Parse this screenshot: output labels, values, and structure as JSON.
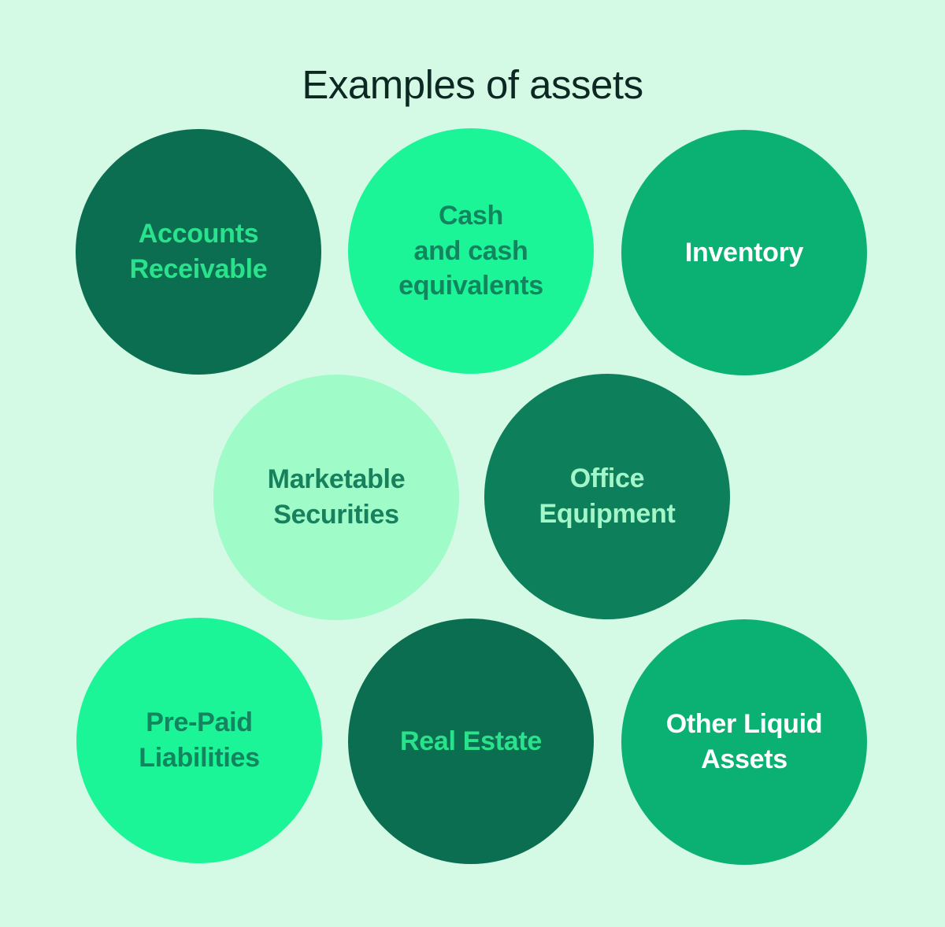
{
  "title": "Examples of assets",
  "colors": {
    "background": "#d4fae5",
    "title_text": "#0d2823",
    "dark_green": "#0c6e50",
    "medium_green": "#0bb173",
    "sea_green": "#0d7f5b",
    "bright_green": "#1bf598",
    "light_mint": "#9ffbc8"
  },
  "circles": [
    {
      "id": "accounts-receivable",
      "label": "Accounts\nReceivable",
      "fill": "#0c6e50",
      "text_color": "#2be28c"
    },
    {
      "id": "cash-and-cash-equivalents",
      "label": "Cash\nand cash\nequivalents",
      "fill": "#1bf598",
      "text_color": "#12855e"
    },
    {
      "id": "inventory",
      "label": "Inventory",
      "fill": "#0bb173",
      "text_color": "#ffffff"
    },
    {
      "id": "marketable-securities",
      "label": "Marketable\nSecurities",
      "fill": "#9ffbc8",
      "text_color": "#17805c"
    },
    {
      "id": "office-equipment",
      "label": "Office\nEquipment",
      "fill": "#0d7f5b",
      "text_color": "#a3f6c8"
    },
    {
      "id": "pre-paid-liabilities",
      "label": "Pre-Paid\nLiabilities",
      "fill": "#1bf598",
      "text_color": "#12855e"
    },
    {
      "id": "real-estate",
      "label": "Real Estate",
      "fill": "#0c6e50",
      "text_color": "#2be28c"
    },
    {
      "id": "other-liquid-assets",
      "label": "Other Liquid\nAssets",
      "fill": "#0bb173",
      "text_color": "#ffffff"
    }
  ]
}
